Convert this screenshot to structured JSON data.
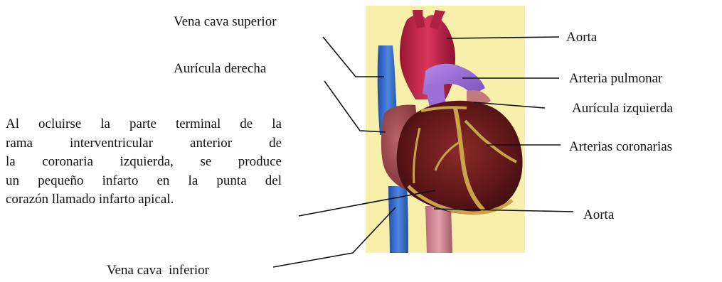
{
  "labels": {
    "vena_cava_superior": "Vena cava superior",
    "auricula_derecha": "Aurícula derecha",
    "aorta_top": "Aorta",
    "arteria_pulmonar": "Arteria pulmonar",
    "auricula_izquierda": "Aurícula izquierda",
    "arterias_coronarias": "Arterias coronarias",
    "aorta_bottom": "Aorta",
    "vena_cava_inferior": "Vena cava  inferior"
  },
  "note": {
    "lines": [
      "Al ocluirse la parte terminal de la",
      "rama interventricular anterior de",
      "la coronaria izquierda, se produce",
      "un pequeño infarto en la punta del",
      "corazón llamado infarto apical."
    ]
  },
  "colors": {
    "panel_background": "#f7efaa",
    "vena_cava": "#3a6fd0",
    "aorta": "#c8244a",
    "pulmonary_artery": "#9a6fd6",
    "heart_muscle": "#6e1b1d",
    "coronary_vessels": "#c9a24a"
  }
}
